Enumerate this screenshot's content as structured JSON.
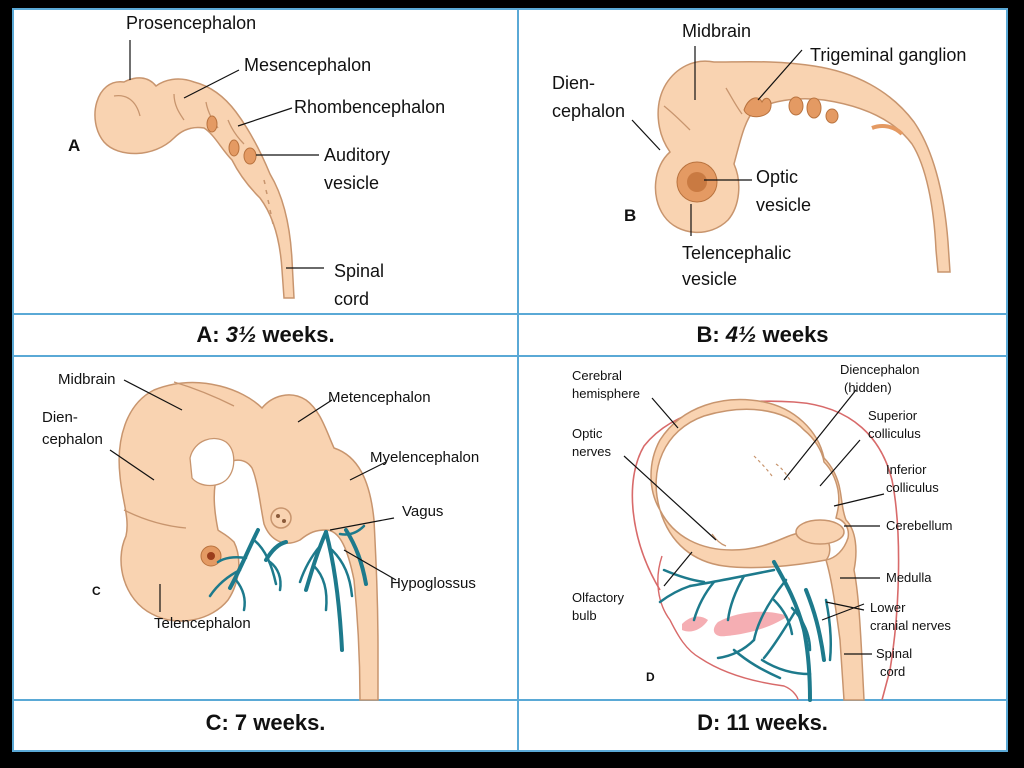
{
  "colors": {
    "tissue": "#f9d3b1",
    "outline": "#c8956e",
    "vesicle": "#e49a63",
    "nerve": "#1d7a8c",
    "grid": "#5aa9d6",
    "head_outline": "#d86a6a",
    "olfactory_pink": "#f5aeb3"
  },
  "panel_a": {
    "letter": "A",
    "labels": {
      "prosencephalon": "Prosencephalon",
      "mesencephalon": "Mesencephalon",
      "rhombencephalon": "Rhombencephalon",
      "auditory_1": "Auditory",
      "auditory_2": "vesicle",
      "spinal_1": "Spinal",
      "spinal_2": "cord"
    },
    "caption_prefix": "A: ",
    "caption_age": "3½",
    "caption_unit": " weeks."
  },
  "panel_b": {
    "letter": "B",
    "labels": {
      "midbrain": "Midbrain",
      "trigeminal": "Trigeminal ganglion",
      "dien_1": "Dien-",
      "dien_2": "cephalon",
      "optic_1": "Optic",
      "optic_2": "vesicle",
      "tele_1": "Telencephalic",
      "tele_2": "vesicle"
    },
    "caption_prefix": "B: ",
    "caption_age": "4½",
    "caption_unit": " weeks"
  },
  "panel_c": {
    "letter": "C",
    "labels": {
      "midbrain": "Midbrain",
      "dien_1": "Dien-",
      "dien_2": "cephalon",
      "metencephalon": "Metencephalon",
      "myelencephalon": "Myelencephalon",
      "vagus": "Vagus",
      "hypoglossus": "Hypoglossus",
      "telencephalon": "Telencephalon"
    },
    "caption": "C: 7 weeks."
  },
  "panel_d": {
    "letter": "D",
    "labels": {
      "cerebral_1": "Cerebral",
      "cerebral_2": "hemisphere",
      "dien_1": "Diencephalon",
      "dien_2": "(hidden)",
      "optic_1": "Optic",
      "optic_2": "nerves",
      "superior_1": "Superior",
      "superior_2": "colliculus",
      "inferior_1": "Inferior",
      "inferior_2": "colliculus",
      "cerebellum": "Cerebellum",
      "olfactory_1": "Olfactory",
      "olfactory_2": "bulb",
      "medulla": "Medulla",
      "lower_1": "Lower",
      "lower_2": "cranial nerves",
      "spinal_1": "Spinal",
      "spinal_2": "cord"
    },
    "caption": "D: 11 weeks."
  }
}
